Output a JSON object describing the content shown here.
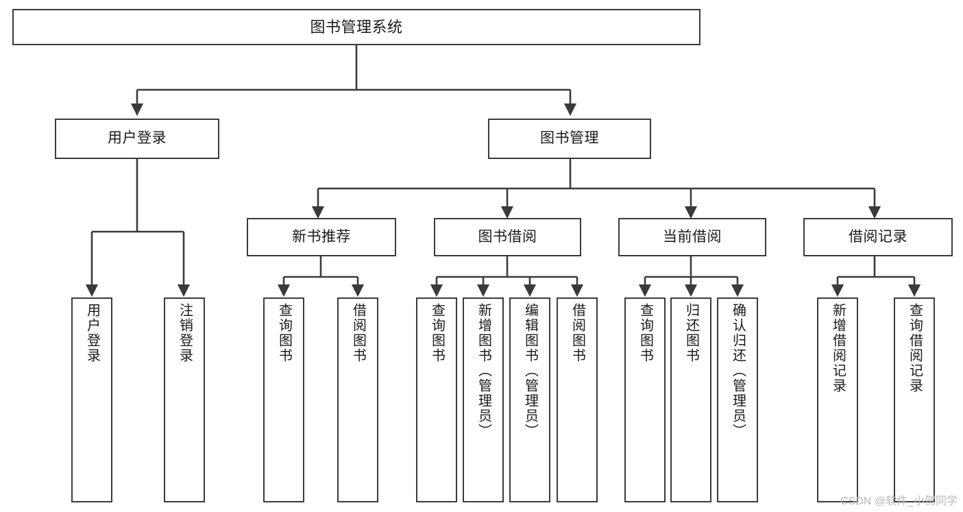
{
  "diagram": {
    "type": "tree",
    "title": "图书管理系统",
    "stroke_color": "#3a3a3a",
    "fill_color": "#ffffff",
    "text_color": "#1a1a1a"
  },
  "nodes": {
    "root": {
      "label": "图书管理系统"
    },
    "level1": [
      {
        "label": "用户登录"
      },
      {
        "label": "图书管理"
      }
    ],
    "level2": [
      {
        "label": "新书推荐"
      },
      {
        "label": "图书借阅"
      },
      {
        "label": "当前借阅"
      },
      {
        "label": "借阅记录"
      }
    ],
    "leaves_user_login": [
      {
        "label": "用户登录"
      },
      {
        "label": "注销登录"
      }
    ],
    "leaves_new_book": [
      {
        "label": "查询图书"
      },
      {
        "label": "借阅图书"
      }
    ],
    "leaves_borrow": [
      {
        "label": "查询图书"
      },
      {
        "label": "新增图书（管理员）"
      },
      {
        "label": "编辑图书（管理员）"
      },
      {
        "label": "借阅图书"
      }
    ],
    "leaves_current": [
      {
        "label": "查询图书"
      },
      {
        "label": "归还图书"
      },
      {
        "label": "确认归还（管理员）"
      }
    ],
    "leaves_record": [
      {
        "label": "新增借阅记录"
      },
      {
        "label": "查询借阅记录"
      }
    ]
  },
  "watermark": {
    "text": "CSDN @软件_小贺同学"
  }
}
